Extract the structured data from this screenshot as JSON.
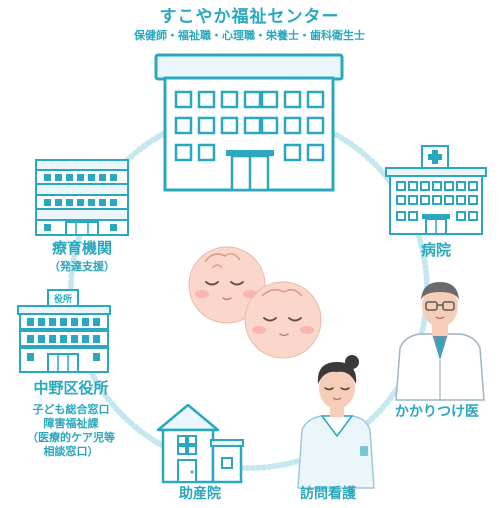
{
  "center": {
    "name": "すこやか福祉センター",
    "staff": "保健師・福祉職・心理職・栄養士・歯科衛生士"
  },
  "nodes": {
    "ryoiku": {
      "label": "療育機関",
      "sub": "（発達支援）"
    },
    "hospital": {
      "label": "病院"
    },
    "ward_office": {
      "label": "中野区役所",
      "sign": "役所",
      "sub_lines": [
        "子ども総合窓口",
        "障害福祉課",
        "（医療的ケア児等",
        "相談窓口）"
      ]
    },
    "family_doctor": {
      "label": "かかりつけ医"
    },
    "midwife": {
      "label": "助産院"
    },
    "visiting_nurse": {
      "label": "訪問看護"
    }
  },
  "colors": {
    "accent": "#2aa8bf",
    "building_fill": "#eaf6fa",
    "circle_dots": "#c5e8f0",
    "baby_skin": "#fbd7cb",
    "baby_cheek": "#f6a8a0"
  }
}
